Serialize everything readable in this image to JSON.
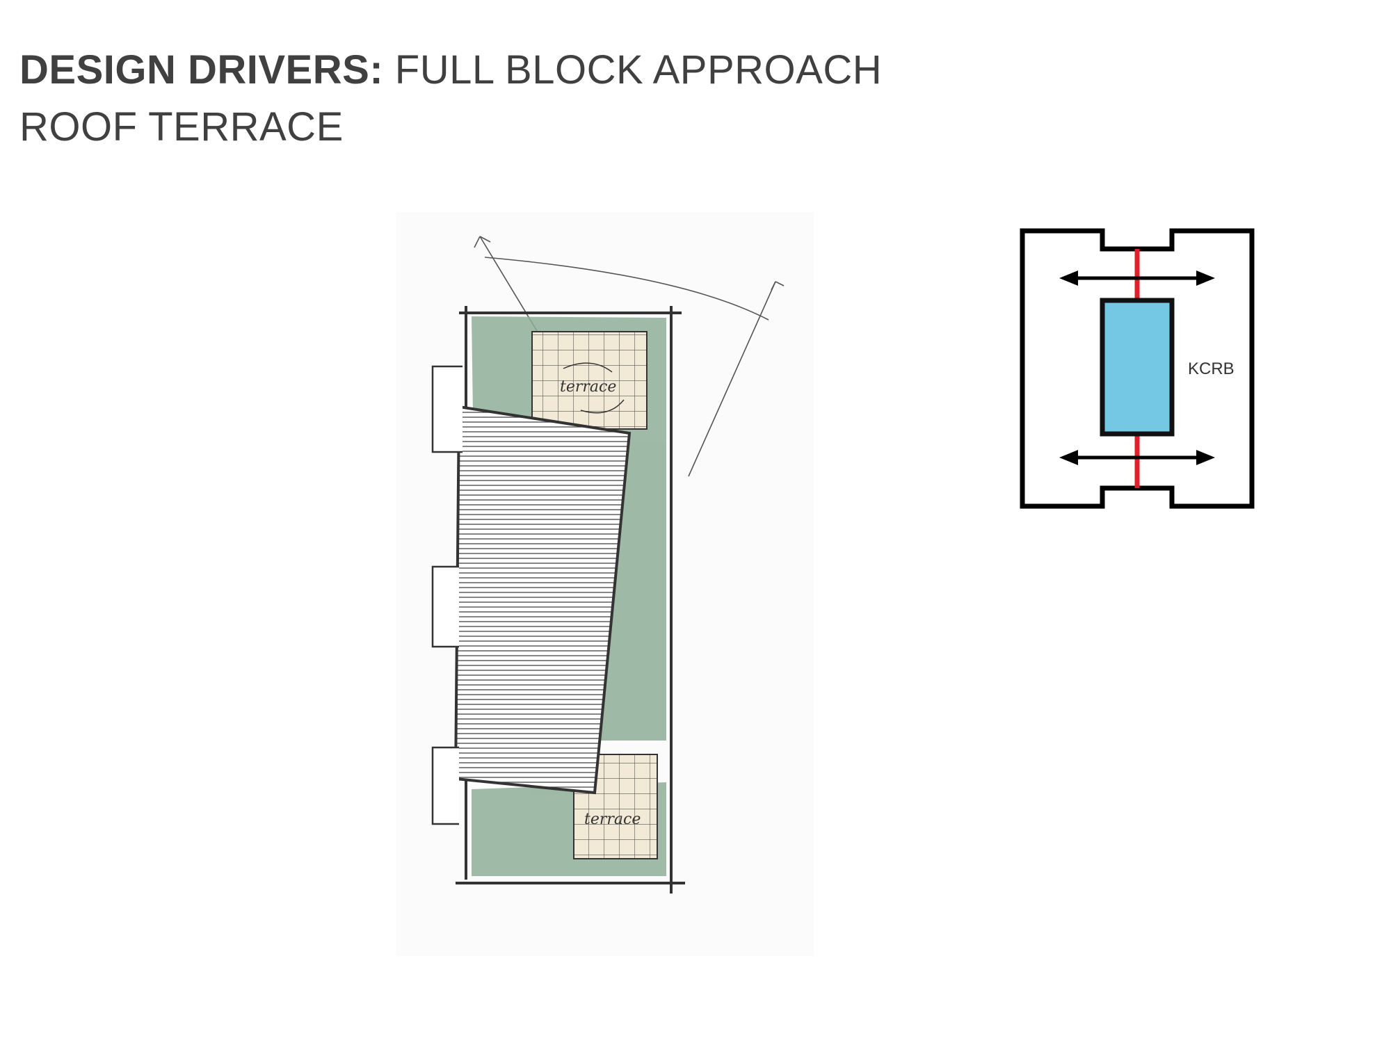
{
  "title": {
    "prefix": "DESIGN DRIVERS:",
    "suffix": "FULL BLOCK APPROACH",
    "subtitle": "ROOF TERRACE"
  },
  "sketch": {
    "terrace_upper_label": "terrace",
    "terrace_lower_label": "terrace"
  },
  "key_diagram": {
    "label": "KCRB",
    "colors": {
      "outline": "#000000",
      "axis": "#e0202a",
      "block_fill": "#74c8e4",
      "block_stroke": "#111111"
    }
  }
}
